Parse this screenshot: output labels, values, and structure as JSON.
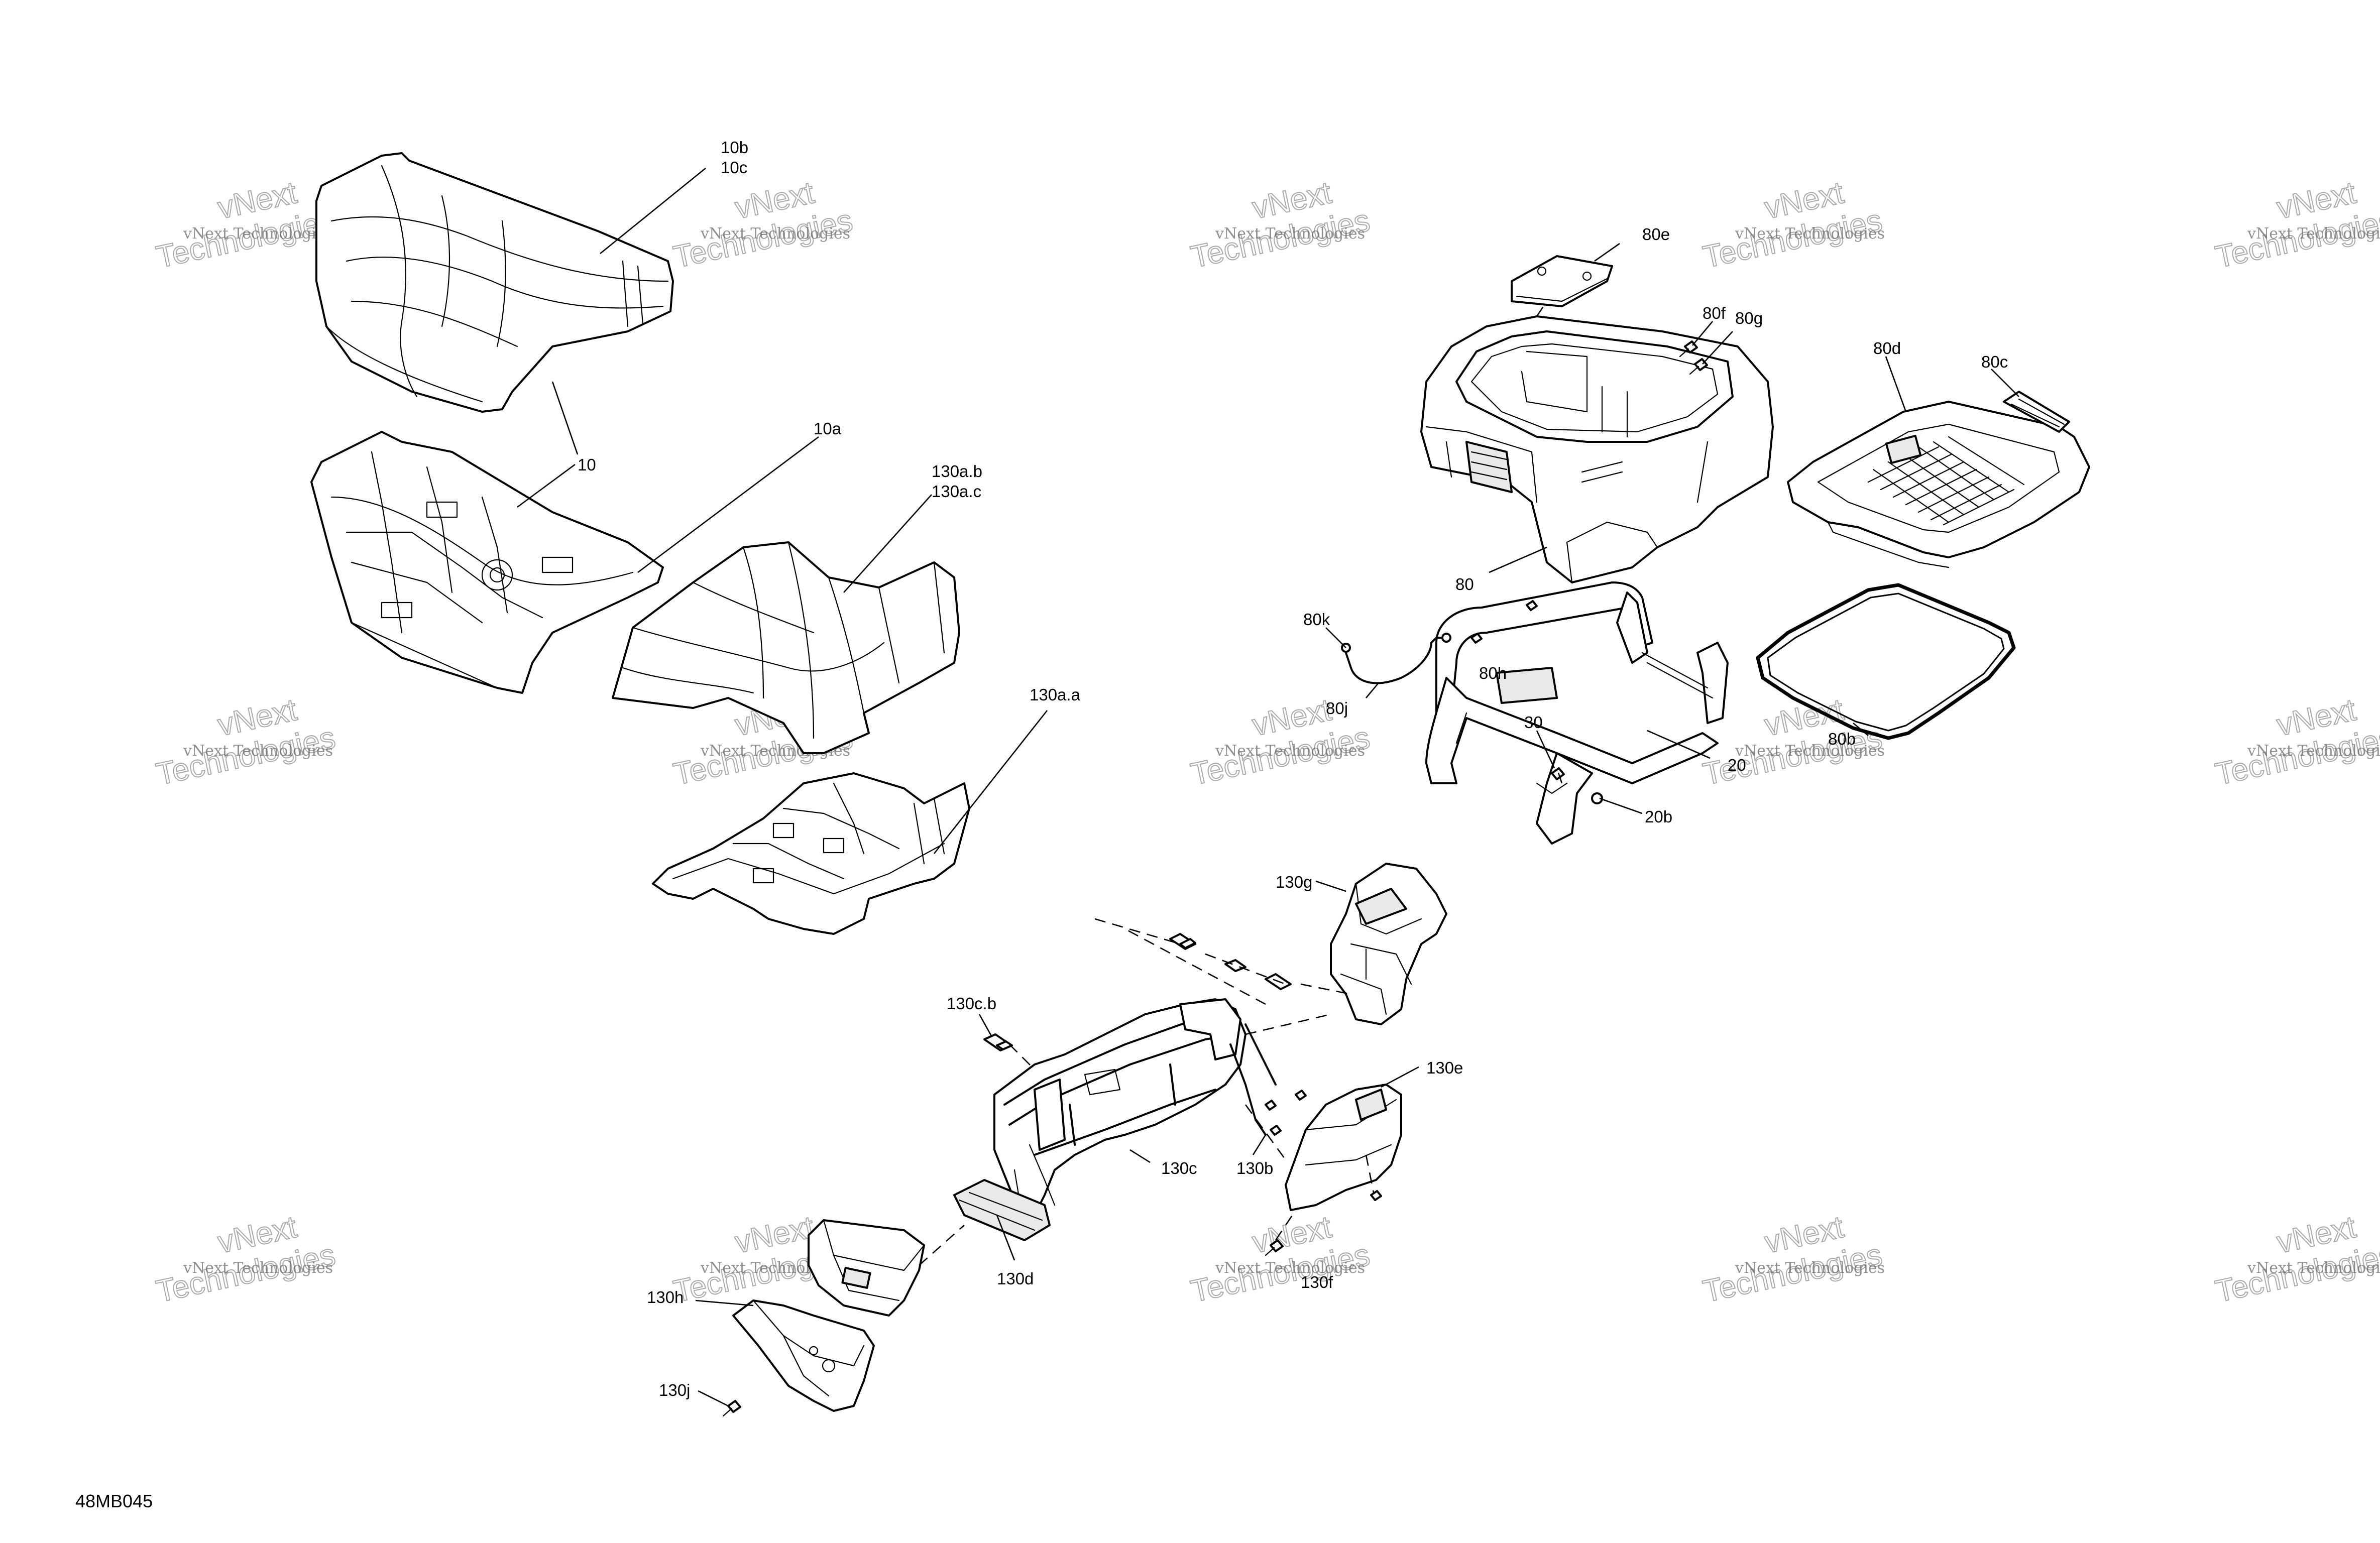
{
  "diagram_id": "48MB045",
  "watermark": {
    "line1": "vNext",
    "line2": "Technologies",
    "small": "vNext Technologies"
  },
  "callouts": {
    "c10b": "10b",
    "c10c": "10c",
    "c10": "10",
    "c10a": "10a",
    "c130ab": "130a.b",
    "c130ac": "130a.c",
    "c130aa": "130a.a",
    "c80e": "80e",
    "c80f": "80f",
    "c80g": "80g",
    "c80d": "80d",
    "c80c": "80c",
    "c80": "80",
    "c80k": "80k",
    "c80h": "80h",
    "c80j": "80j",
    "c30": "30",
    "c20": "20",
    "c80b": "80b",
    "c20b": "20b",
    "c130g": "130g",
    "c130cb": "130c.b",
    "c130e": "130e",
    "c130c": "130c",
    "c130b": "130b",
    "c130d": "130d",
    "c130f": "130f",
    "c130h": "130h",
    "c130j": "130j"
  }
}
